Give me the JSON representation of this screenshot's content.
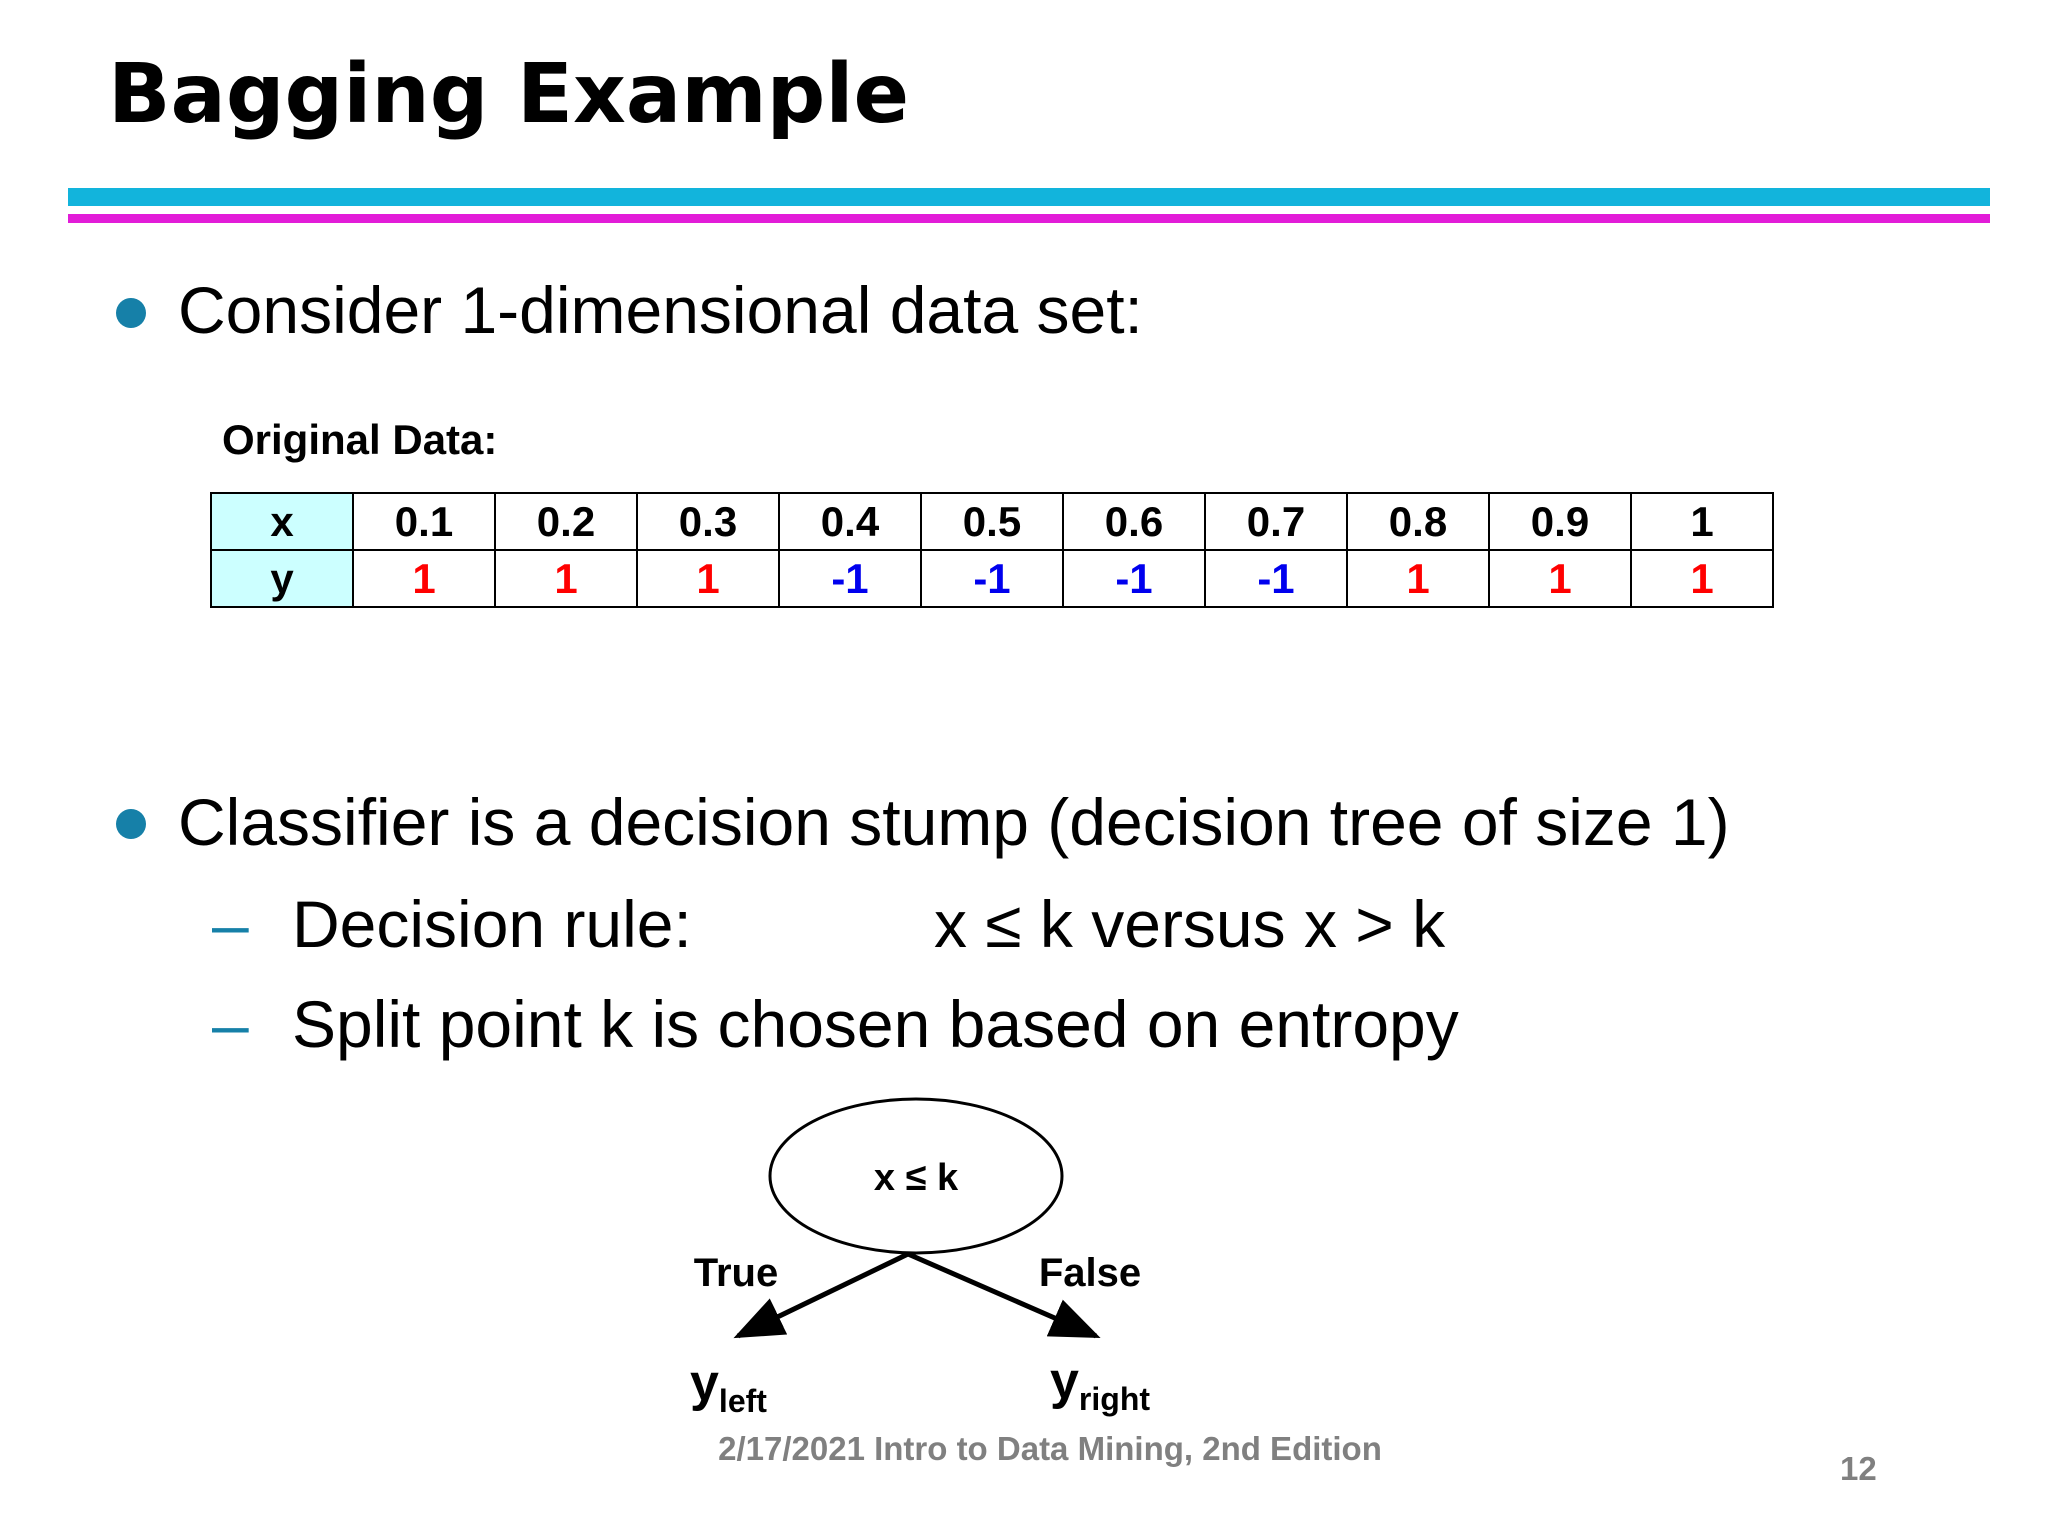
{
  "slide": {
    "title": "Bagging Example",
    "bullet1": "Consider 1-dimensional data set:",
    "table_label": "Original Data:",
    "table": {
      "x_header": "x",
      "y_header": "y",
      "x_values": [
        "0.1",
        "0.2",
        "0.3",
        "0.4",
        "0.5",
        "0.6",
        "0.7",
        "0.8",
        "0.9",
        "1"
      ],
      "y_values": [
        "1",
        "1",
        "1",
        "-1",
        "-1",
        "-1",
        "-1",
        "1",
        "1",
        "1"
      ]
    },
    "bullet2": "Classifier is a decision stump (decision tree of size 1)",
    "sub1_label": "Decision rule:",
    "sub1_rule": "x ≤ k versus x > k",
    "sub2": "Split point k is chosen based on entropy",
    "dash": "–",
    "tree": {
      "node_label": "x ≤ k",
      "true_label": "True",
      "false_label": "False",
      "left_leaf_base": "y",
      "left_leaf_sub": "left",
      "right_leaf_base": "y",
      "right_leaf_sub": "right"
    },
    "footer": "2/17/2021  Intro to Data Mining, 2nd Edition",
    "page_number": "12"
  },
  "colors": {
    "accent_cyan": "#12b4dc",
    "accent_magenta": "#e21cd8",
    "bullet_blue": "#1680a8",
    "positive_red": "#ff0000",
    "negative_blue": "#0000ee",
    "header_cell": "#ccffff",
    "footer_gray": "#808080"
  }
}
